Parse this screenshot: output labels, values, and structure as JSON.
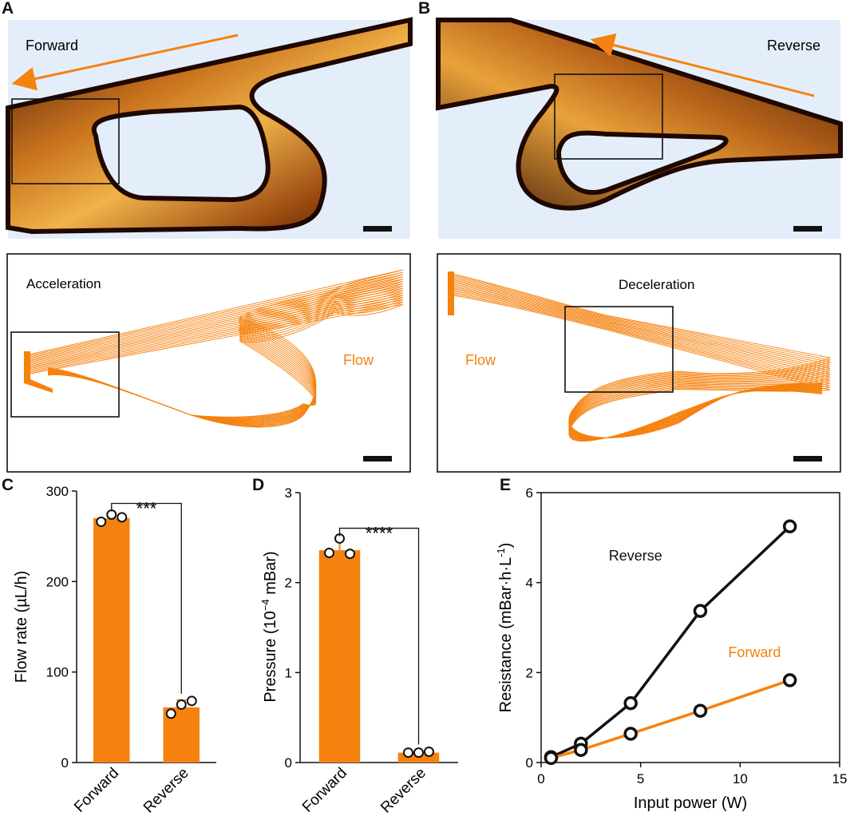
{
  "panels": {
    "A": {
      "letter": "A",
      "direction_label": "Forward",
      "streamline_label": "Acceleration",
      "flow_label": "Flow"
    },
    "B": {
      "letter": "B",
      "direction_label": "Reverse",
      "streamline_label": "Deceleration",
      "flow_label": "Flow"
    },
    "C": {
      "letter": "C",
      "significance": "***"
    },
    "D": {
      "letter": "D",
      "significance": "****"
    },
    "E": {
      "letter": "E"
    }
  },
  "colors": {
    "accent": "#f5820f",
    "tissue_dark": "#2a0d04",
    "tissue_mid": "#8a3f0c",
    "tissue_light": "#e9a23a",
    "background_blue": "#e4eefa",
    "black": "#111111"
  },
  "chart_data": [
    {
      "id": "C",
      "type": "bar",
      "categories": [
        "Forward",
        "Reverse"
      ],
      "values": [
        270,
        61
      ],
      "errors": [
        4,
        8
      ],
      "points": [
        [
          266,
          274,
          271
        ],
        [
          54,
          64,
          68
        ]
      ],
      "ylabel": "Flow rate (µL/h)",
      "ylim": [
        0,
        300
      ],
      "yticks": [
        0,
        100,
        200,
        300
      ],
      "significance": "***"
    },
    {
      "id": "D",
      "type": "bar",
      "categories": [
        "Forward",
        "Reverse"
      ],
      "values": [
        2.36,
        0.11
      ],
      "errors": [
        0.12,
        0.02
      ],
      "points": [
        [
          2.33,
          2.49,
          2.32
        ],
        [
          0.11,
          0.11,
          0.12
        ]
      ],
      "ylabel_prefix": "Pressure (10",
      "ylabel_exp": "−4",
      "ylabel_suffix": " mBar)",
      "ylim": [
        0,
        3
      ],
      "yticks": [
        0,
        1,
        2,
        3
      ],
      "significance": "****"
    },
    {
      "id": "E",
      "type": "line",
      "xlabel": "Input power (W)",
      "ylabel_prefix": "Resistance (mBar·h·L",
      "ylabel_exp": "-1",
      "ylabel_suffix": ")",
      "xlim": [
        0,
        15
      ],
      "ylim": [
        0,
        6
      ],
      "xticks": [
        0,
        5,
        10,
        15
      ],
      "yticks": [
        0,
        2,
        4,
        6
      ],
      "series": [
        {
          "name": "Reverse",
          "color": "#111111",
          "x": [
            0.5,
            2,
            4.5,
            8,
            12.5
          ],
          "y": [
            0.12,
            0.42,
            1.32,
            3.37,
            5.25
          ]
        },
        {
          "name": "Forward",
          "color": "#f5820f",
          "x": [
            0.5,
            2,
            4.5,
            8,
            12.5
          ],
          "y": [
            0.1,
            0.28,
            0.64,
            1.15,
            1.83
          ]
        }
      ]
    }
  ]
}
